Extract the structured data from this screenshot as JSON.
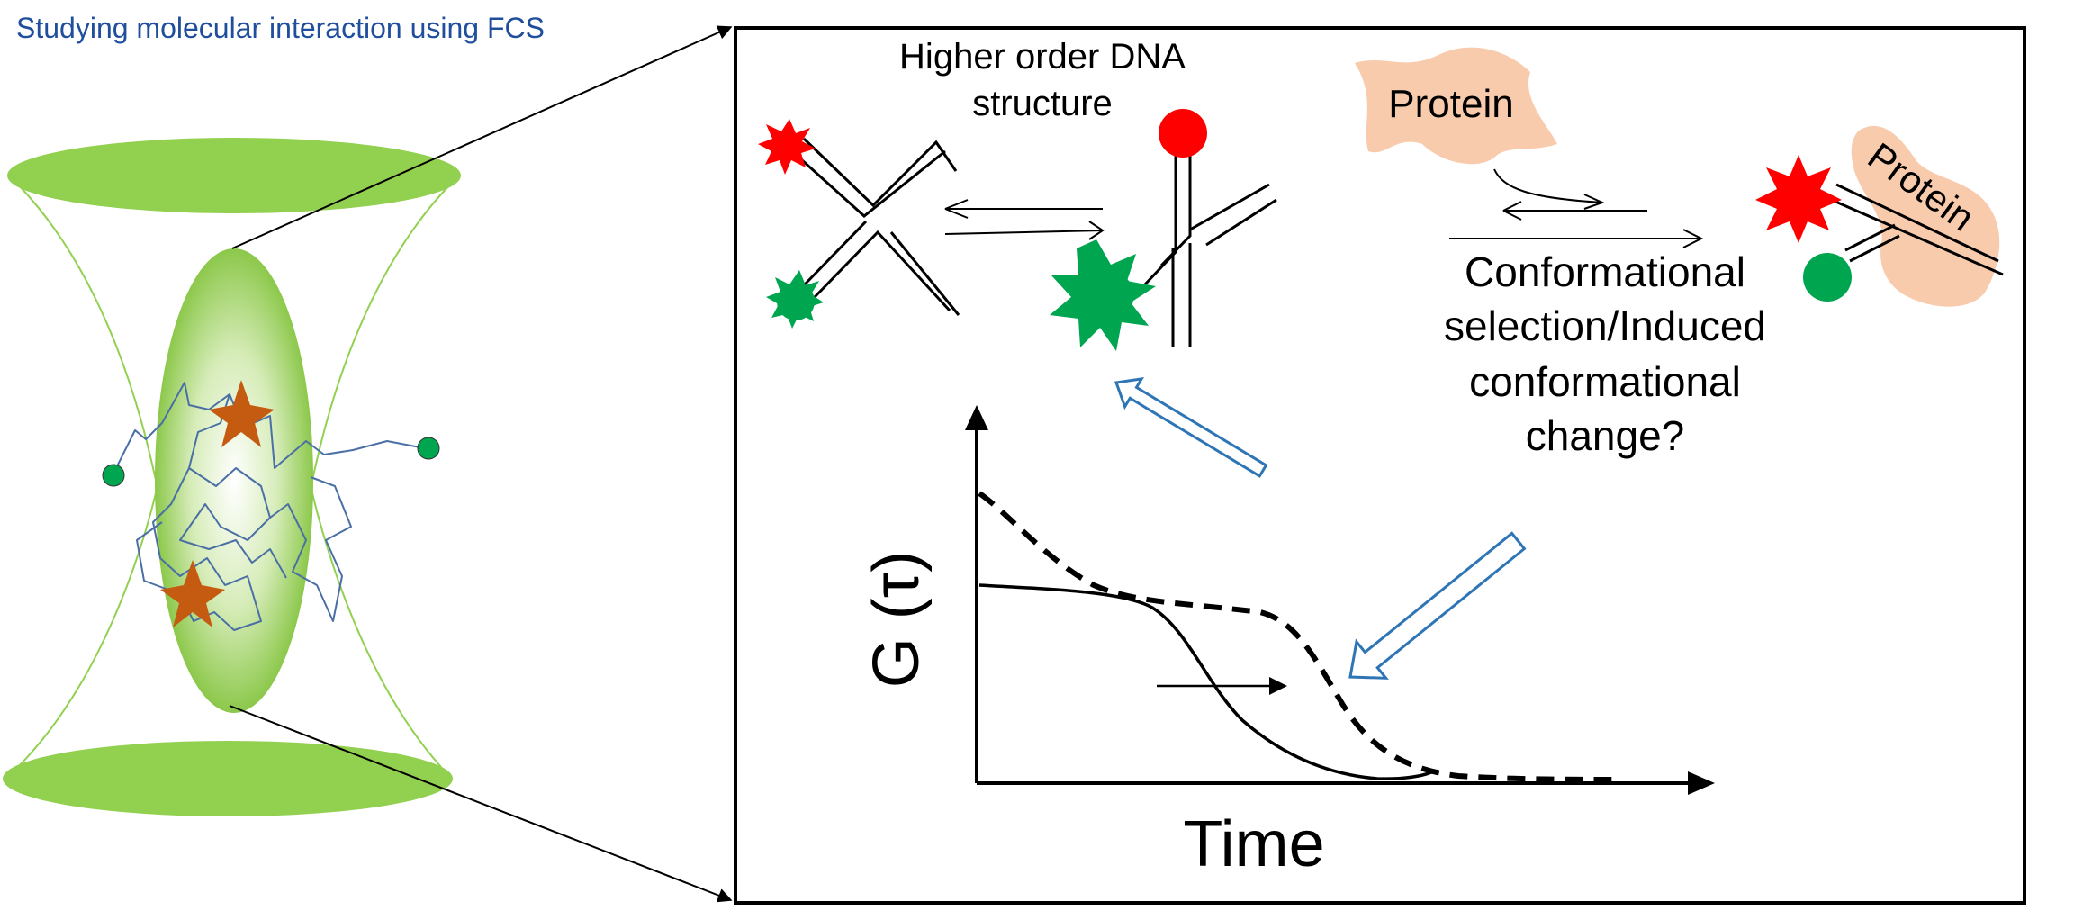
{
  "title": "Studying molecular interaction using FCS",
  "dna_label_line1": "Higher order DNA",
  "dna_label_line2": "structure",
  "protein_label": "Protein",
  "protein_bound_label": "Protein",
  "mechanism_line1": "Conformational",
  "mechanism_line2": "selection/Induced",
  "mechanism_line3": "conformational",
  "mechanism_line4": "change?",
  "y_axis_label": "G (τ)",
  "x_axis_label": "Time",
  "colors": {
    "title_blue": "#1f4e9c",
    "focal_green": "#92d050",
    "donor_green": "#00a550",
    "acceptor_red": "#ff0000",
    "star_orange": "#c55a11",
    "protein_peach": "#f8cbad",
    "arrow_blue": "#2e75b6",
    "chain_blue": "#4a6fa5"
  }
}
